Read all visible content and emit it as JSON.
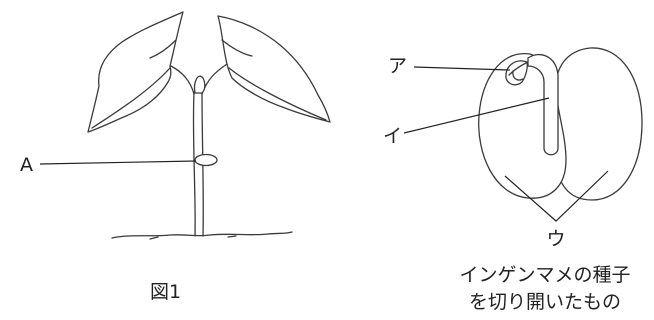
{
  "labels": {
    "stem_node": "A",
    "figure_caption": "図1",
    "plumule": "ア",
    "hypocotyl": "イ",
    "cotyledon": "ウ"
  },
  "seed_caption": {
    "line1": "インゲンマメの種子",
    "line2": "を切り開いたもの"
  }
}
